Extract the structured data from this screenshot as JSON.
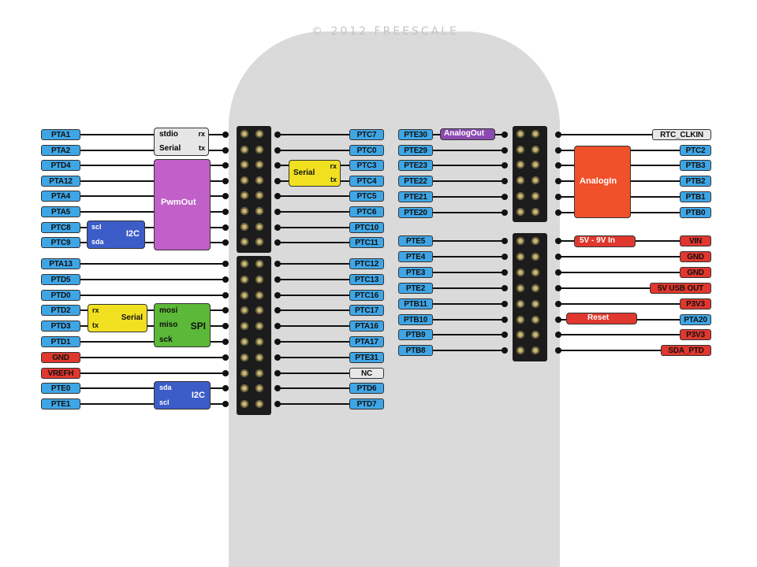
{
  "board": {
    "copyright": "© 2012 FREESCALE"
  },
  "colors": {
    "pin": "#3fa6e6",
    "power": "#e0372e",
    "nc": "#e8e8e8",
    "pwm": "#c060c8",
    "i2c": "#3c5cc8",
    "serial": "#f0e020",
    "spi": "#5cb838",
    "analogout": "#8c4ab0",
    "analogin": "#f0502a"
  },
  "left_pins": [
    "PTA1",
    "PTA2",
    "PTD4",
    "PTA12",
    "PTA4",
    "PTA5",
    "PTC8",
    "PTC9",
    "PTA13",
    "PTD5",
    "PTD0",
    "PTD2",
    "PTD3",
    "PTD1",
    "GND",
    "VREFH",
    "PTE0",
    "PTE1"
  ],
  "left_header_right_pins": [
    "PTC7",
    "PTC0",
    "PTC3",
    "PTC4",
    "PTC5",
    "PTC6",
    "PTC10",
    "PTC11",
    "PTC12",
    "PTC13",
    "PTC16",
    "PTC17",
    "PTA16",
    "PTA17",
    "PTE31",
    "NC",
    "PTD6",
    "PTD7"
  ],
  "right_header_left_pins": [
    "PTE30",
    "PTE29",
    "PTE23",
    "PTE22",
    "PTE21",
    "PTE20",
    "PTE5",
    "PTE4",
    "PTE3",
    "PTE2",
    "PTB11",
    "PTB10",
    "PTB9",
    "PTB8"
  ],
  "right_pins": [
    "RTC_CLKIN",
    "PTC2",
    "PTB3",
    "PTB2",
    "PTB1",
    "PTB0",
    "VIN",
    "GND",
    "GND",
    "5V USB OUT",
    "P3V3",
    "PTA20",
    "P3V3",
    "SDA_PTD"
  ],
  "blocks": {
    "serial_top": {
      "top": "stdio",
      "bottom": "Serial",
      "rx": "rx",
      "tx": "tx"
    },
    "pwmout": "PwmOut",
    "i2c_top": {
      "sub1": "scl",
      "sub2": "sda",
      "label": "I2C"
    },
    "serial_mid": {
      "label": "Serial",
      "rx": "rx",
      "tx": "tx"
    },
    "serial_left": {
      "label": "Serial",
      "rx": "rx",
      "tx": "tx"
    },
    "spi": {
      "mosi": "mosi",
      "miso": "miso",
      "sck": "sck",
      "label": "SPI"
    },
    "i2c_bottom": {
      "sub1": "sda",
      "sub2": "scl",
      "label": "I2C"
    },
    "analogout": "AnalogOut",
    "analogin": "AnalogIn",
    "power_in": "5V - 9V In",
    "reset": "Reset"
  }
}
